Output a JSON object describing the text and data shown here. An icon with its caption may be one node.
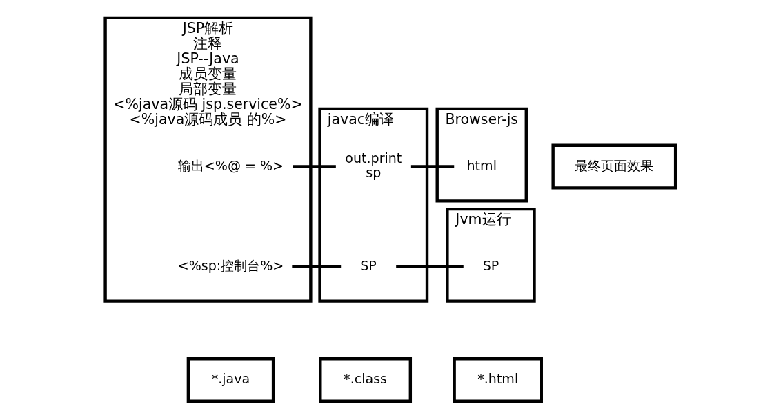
{
  "diagram": {
    "nodes": [
      {
        "text": [
          "JSP解析",
          "注释",
          "JSP--Java",
          "成员变量",
          "局部变量",
          "<%java源码 jsp.service%>",
          "<%java源码成员 的%>"
        ]
      },
      {
        "text": [
          "输出<%@ = %>"
        ],
        "in": 0
      },
      {
        "text": [
          "<%sp:控制台%>"
        ],
        "in": 0
      },
      {
        "text": [
          "javac编译"
        ]
      },
      {
        "text": [
          "out.print",
          "sp"
        ],
        "in": 3
      },
      {
        "text": [
          "SP"
        ],
        "in": 3
      },
      {
        "text": [
          "Jvm运行"
        ]
      },
      {
        "text": [
          "SP"
        ],
        "in": 6
      },
      {
        "text": [
          "Browser-js"
        ]
      },
      {
        "text": [
          "html"
        ],
        "in": 8
      },
      {
        "text": [
          "最终页面效果"
        ]
      },
      {
        "text": [
          "*.java"
        ]
      },
      {
        "text": [
          "*.class"
        ]
      },
      {
        "text": [
          "*.html"
        ]
      }
    ],
    "edges": [
      {
        "from": 1,
        "to": 4,
        "arrow": "none"
      },
      {
        "from": 2,
        "to": 5,
        "arrow": "none"
      },
      {
        "from": 4,
        "to": 9,
        "arrow": "none"
      },
      {
        "from": 5,
        "to": 7,
        "arrow": "none"
      }
    ]
  }
}
